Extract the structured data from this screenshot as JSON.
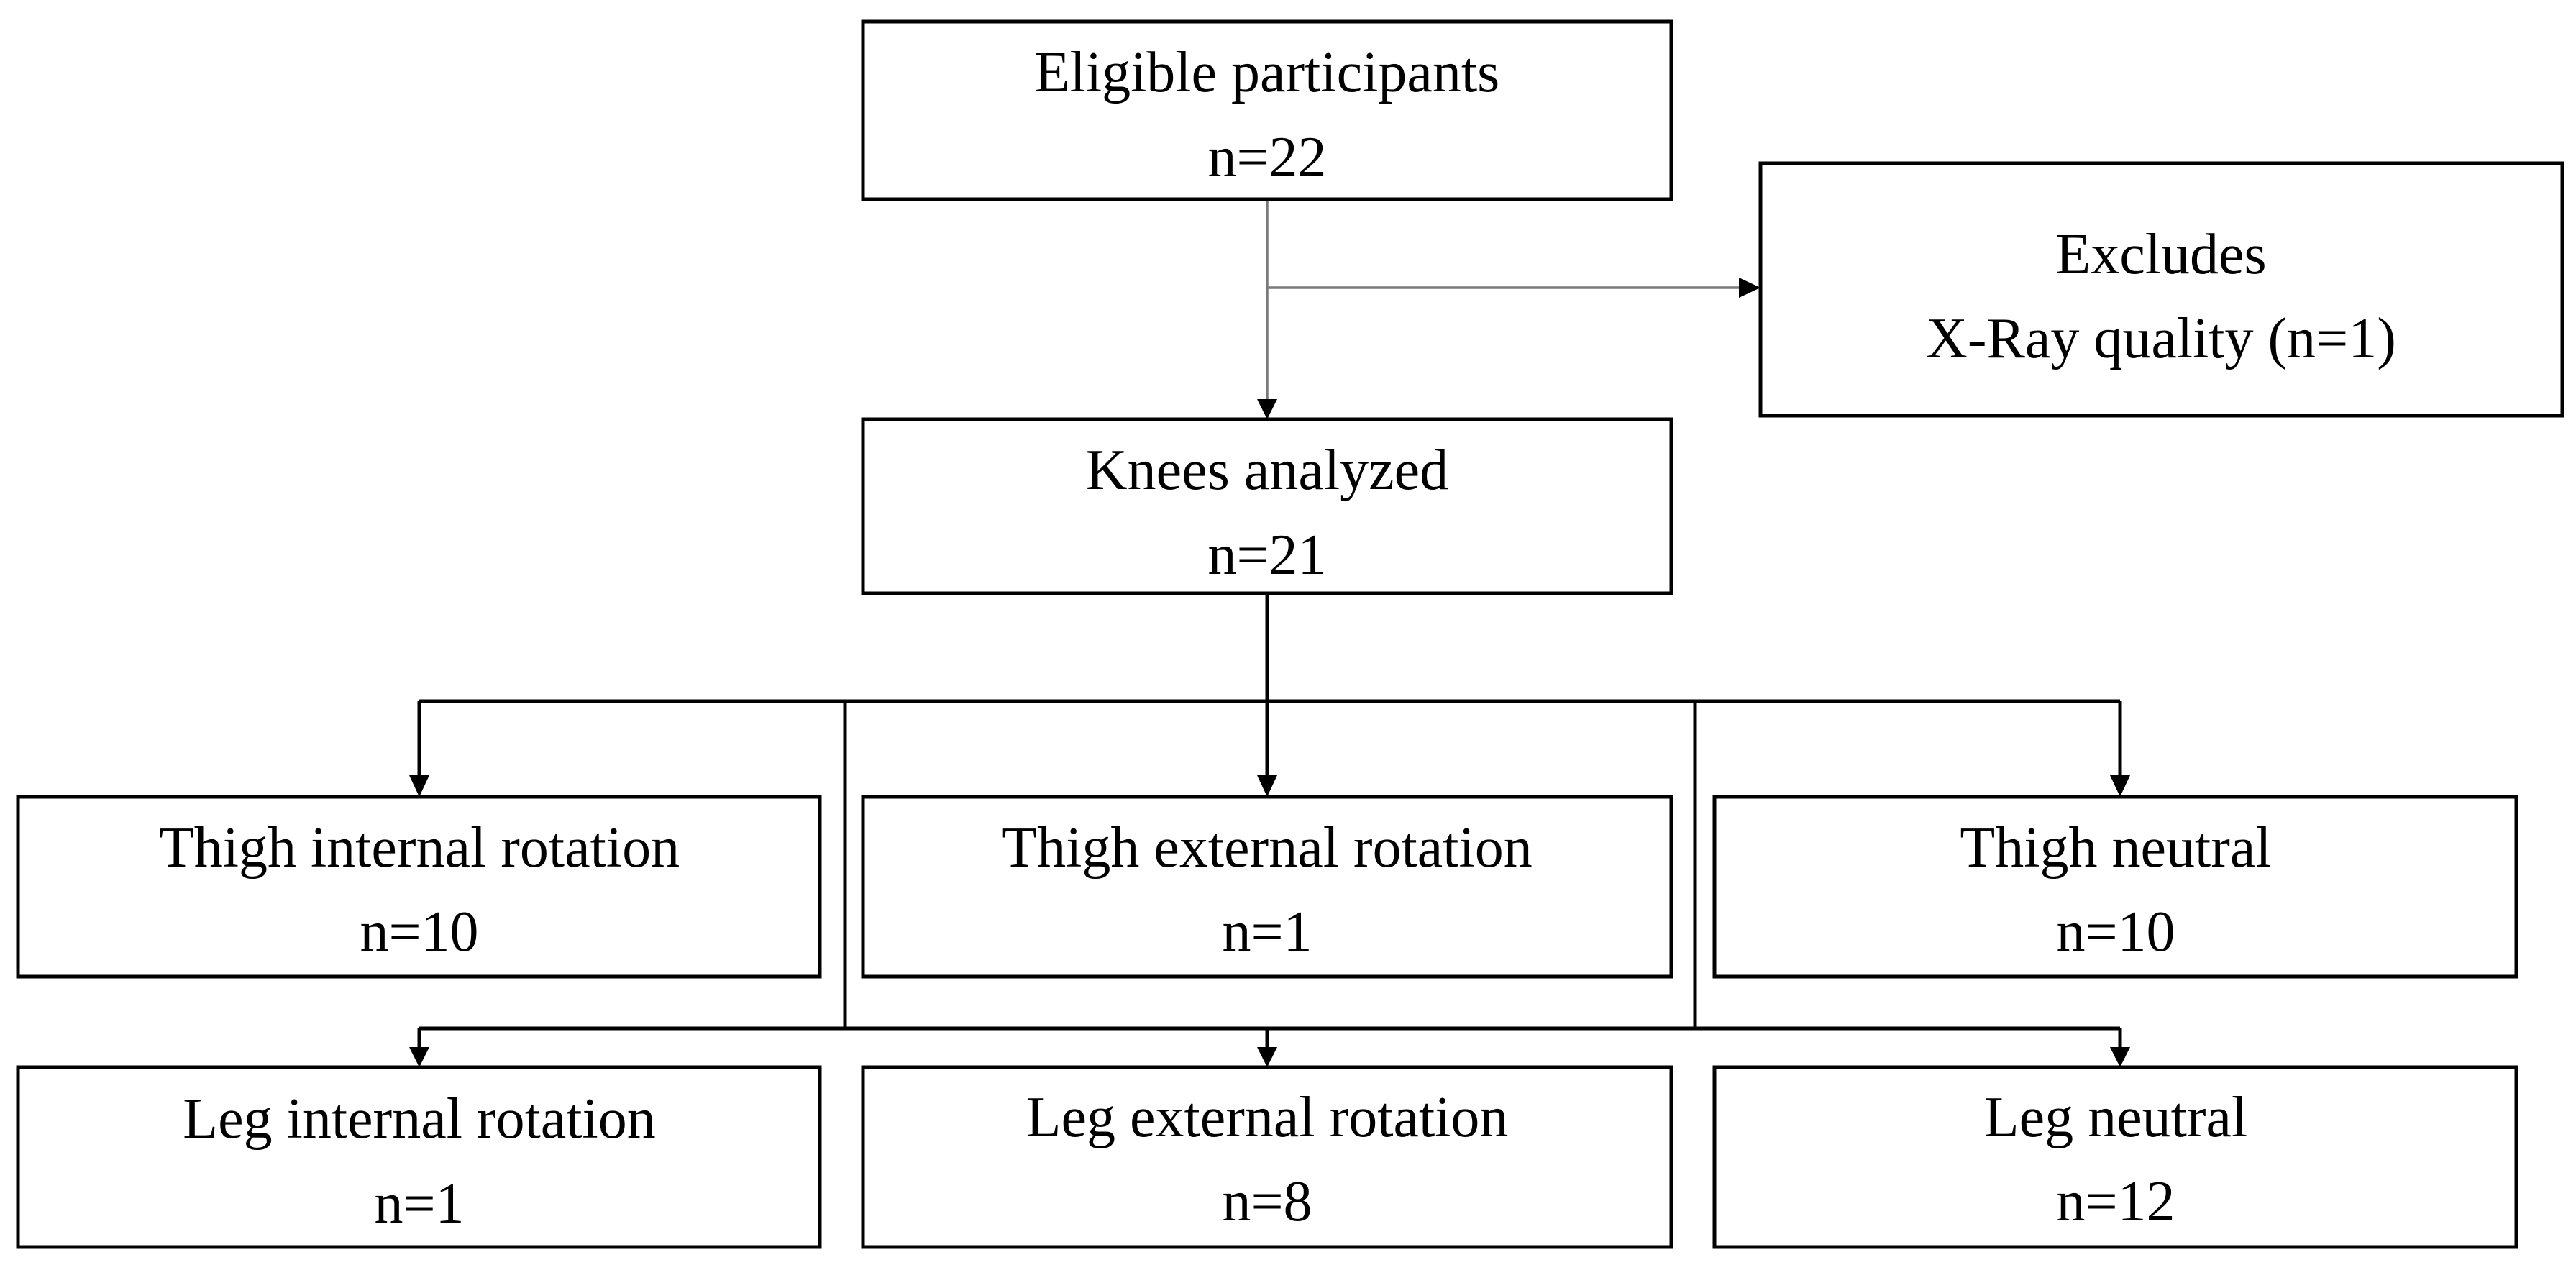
{
  "nodes": {
    "eligible": {
      "title": "Eligible participants",
      "count": "n=22"
    },
    "excludes": {
      "title": "Excludes",
      "detail": "X-Ray quality (n=1)"
    },
    "knees": {
      "title": "Knees analyzed",
      "count": "n=21"
    },
    "thigh_internal": {
      "title": "Thigh internal rotation",
      "count": "n=10"
    },
    "thigh_external": {
      "title": "Thigh external rotation",
      "count": "n=1"
    },
    "thigh_neutral": {
      "title": "Thigh neutral",
      "count": "n=10"
    },
    "leg_internal": {
      "title": "Leg internal rotation",
      "count": "n=1"
    },
    "leg_external": {
      "title": "Leg external rotation",
      "count": "n=8"
    },
    "leg_neutral": {
      "title": "Leg neutral",
      "count": "n=12"
    }
  },
  "colors": {
    "box_stroke": "#000000",
    "connector_light": "#7a7a7a",
    "connector_dark": "#000000",
    "text": "#000000",
    "background": "#ffffff"
  }
}
